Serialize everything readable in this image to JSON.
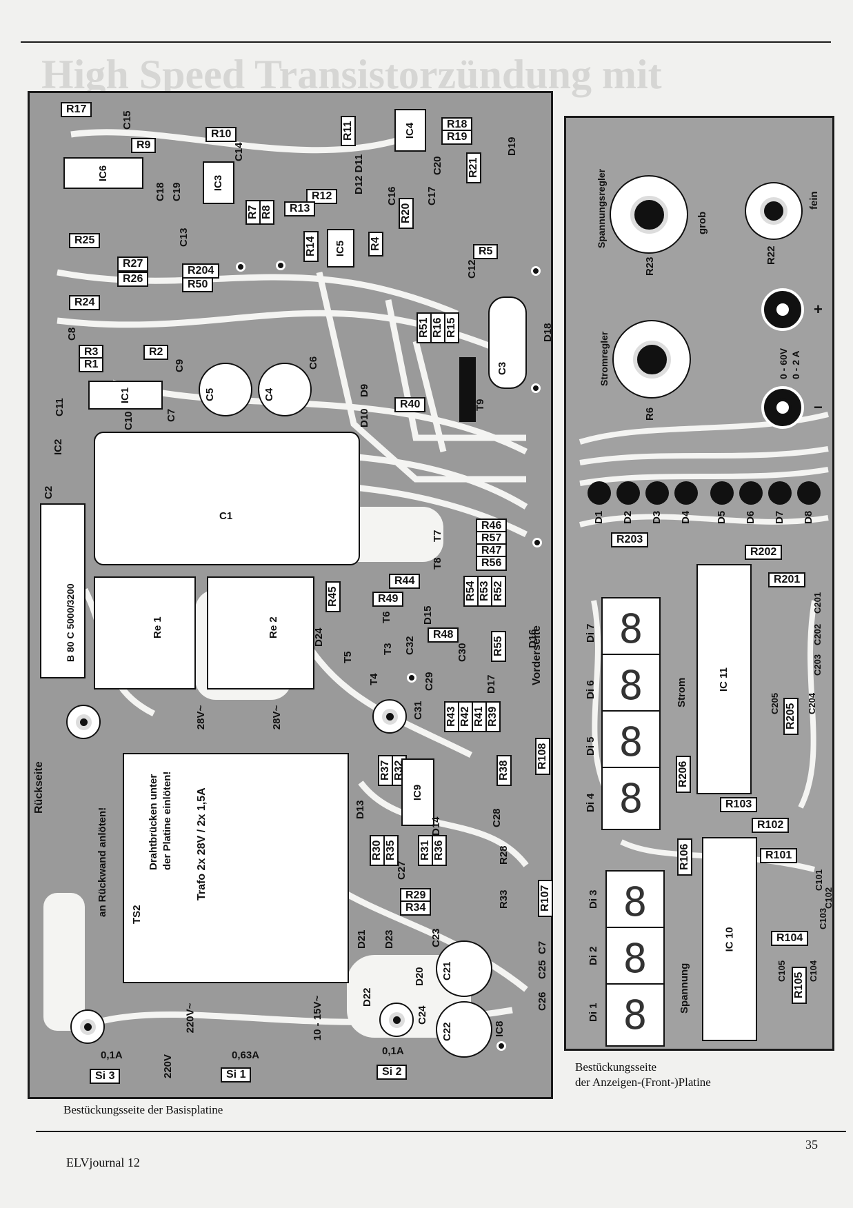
{
  "page": {
    "background_title": "High Speed Transistorzündung mit",
    "page_number": "35",
    "journal": "ELVjournal 12"
  },
  "base_board": {
    "caption": "Bestückungsseite der Basisplatine",
    "side_label_back": "Rückseite",
    "side_label_front": "Vorderseite",
    "solder_note": "an Rückwand anlöten!",
    "bridge_note_1": "Drahtbrücken unter",
    "bridge_note_2": "der Platine einlöten!",
    "trafo_label": "Trafo 2x 28V / 2x 1,5A",
    "rectifier_label": "B 80 C 5000/3200",
    "voltage_labels": [
      "28V~",
      "28V~",
      "220V~",
      "10 - 15V~",
      "220V"
    ],
    "fuses": [
      {
        "name": "Si 3",
        "rating": "0,1A"
      },
      {
        "name": "Si 1",
        "rating": "0,63A"
      },
      {
        "name": "Si 2",
        "rating": "0,1A"
      }
    ],
    "relays": [
      "Re 1",
      "Re 2"
    ],
    "ts2": "TS2",
    "resistors": [
      "R17",
      "R9",
      "R10",
      "R11",
      "R18",
      "R19",
      "R21",
      "R12",
      "R13",
      "R7",
      "R8",
      "R25",
      "R27",
      "R26",
      "R204",
      "R50",
      "R24",
      "R3",
      "R1",
      "R2",
      "R14",
      "R20",
      "R4",
      "R5",
      "R51",
      "R16",
      "R15",
      "R40",
      "R46",
      "R57",
      "R47",
      "R56",
      "R44",
      "R49",
      "R54",
      "R53",
      "R52",
      "R45",
      "R48",
      "R55",
      "R43",
      "R42",
      "R41",
      "R39",
      "R37",
      "R32",
      "R38",
      "R108",
      "R30",
      "R35",
      "R31",
      "R36",
      "R28",
      "R29",
      "R34",
      "R33",
      "R107"
    ],
    "ics": [
      "IC6",
      "IC3",
      "IC4",
      "IC5",
      "IC1",
      "IC2",
      "IC9",
      "IC8"
    ],
    "capacitors": [
      "C15",
      "C14",
      "C18",
      "C19",
      "C16",
      "C17",
      "C20",
      "C13",
      "C12",
      "C8",
      "C9",
      "C6",
      "C5",
      "C4",
      "C3",
      "C11",
      "C10",
      "C7",
      "C2",
      "C1",
      "C32",
      "C30",
      "C29",
      "C31",
      "C28",
      "C27",
      "C23",
      "C21",
      "C25",
      "C7",
      "C22",
      "C24",
      "C26"
    ],
    "diodes": [
      "D12 D11",
      "D19",
      "D9",
      "D10",
      "D18",
      "D24",
      "D15",
      "D16",
      "D17",
      "D13",
      "D14",
      "D21",
      "D23",
      "D20",
      "D22"
    ],
    "transistors": [
      "T9",
      "T7",
      "T8",
      "T6",
      "T3",
      "T4",
      "T5"
    ]
  },
  "front_board": {
    "caption_line1": "Bestückungsseite",
    "caption_line2": "der Anzeigen-(Front-)Platine",
    "pot_coarse_label": "Spannungsregler",
    "pot_coarse_sub": "grob",
    "pot_fine_sub": "fein",
    "pot_current_label": "Stromregler",
    "pots": [
      "R23",
      "R22",
      "R6"
    ],
    "output_label_1": "0 - 60V",
    "output_label_2": "0 - 2 A",
    "plus": "+",
    "minus": "−",
    "leds": [
      "D1",
      "D2",
      "D3",
      "D4",
      "D5",
      "D6",
      "D7",
      "D8"
    ],
    "upper_displays": [
      "Di 7",
      "Di 6",
      "Di 5",
      "Di 4"
    ],
    "lower_displays": [
      "Di 3",
      "Di 2",
      "Di 1"
    ],
    "ic_upper": "IC 11",
    "ic_lower": "IC 10",
    "strom": "Strom",
    "spannung": "Spannung",
    "resistors": [
      "R203",
      "R202",
      "R201",
      "R205",
      "R206",
      "R103",
      "R102",
      "R101",
      "R106",
      "R104",
      "R105"
    ],
    "capacitors": [
      "C201",
      "C202",
      "C203",
      "C204",
      "C205",
      "C101",
      "C102",
      "C103",
      "C104",
      "C105"
    ]
  }
}
